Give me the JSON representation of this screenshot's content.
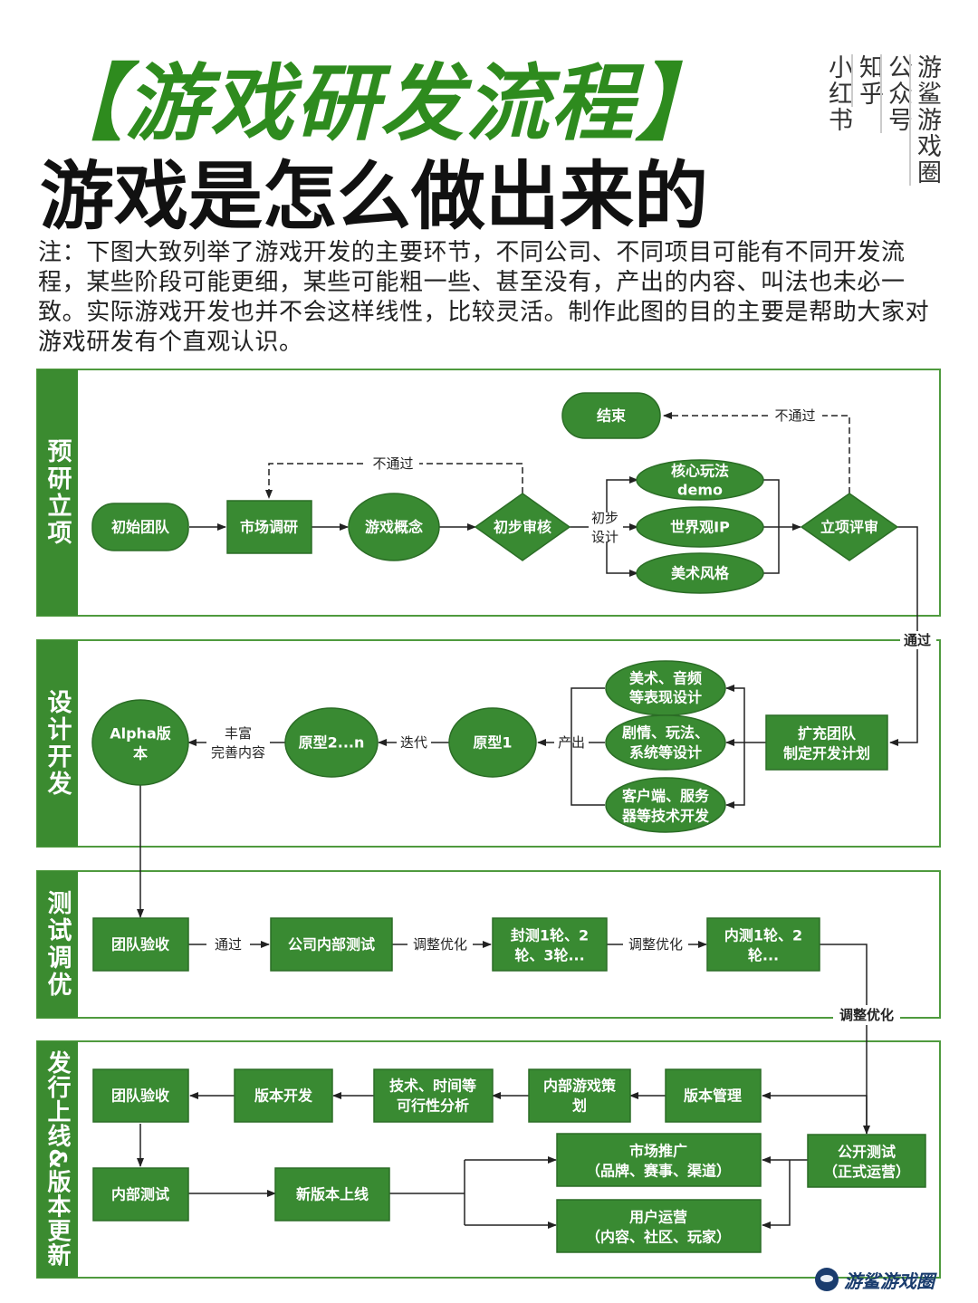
{
  "header": {
    "title_main": "【游戏研发流程】",
    "title_sub": "游戏是怎么做出来的",
    "handles": [
      {
        "chars": "小红书"
      },
      {
        "chars": "知乎"
      },
      {
        "chars": "公众号"
      },
      {
        "chars": "游鲨游戏圈"
      }
    ],
    "note": "注：下图大致列举了游戏开发的主要环节，不同公司、不同项目可能有不同开发流程，某些阶段可能更细，某些可能粗一些、甚至没有，产出的内容、叫法也未必一致。实际游戏开发也并不会这样线性，比较灵活。制作此图的目的主要是帮助大家对游戏研发有个直观认识。"
  },
  "colors": {
    "green": "#398a32",
    "lane_border": "#4f9a3e",
    "lane_label_bg": "#3b8b30",
    "arrow": "#222222"
  },
  "lanes": {
    "l1": "预研立项",
    "l2": "设计开发",
    "l3": "测试调优",
    "l4": "发行上线&版本更新"
  },
  "nodes": {
    "end": "结束",
    "init_team": "初始团队",
    "market_research": "市场调研",
    "game_concept": "游戏概念",
    "prelim_review": "初步审核",
    "core_demo": [
      "核心玩法",
      "demo"
    ],
    "world_ip": "世界观IP",
    "art_style": "美术风格",
    "project_review": "立项评审",
    "art_audio": [
      "美术、音频",
      "等表现设计"
    ],
    "story_design": [
      "剧情、玩法、",
      "系统等设计"
    ],
    "client_server": [
      "客户端、服务",
      "器等技术开发"
    ],
    "expand_team": [
      "扩充团队",
      "制定开发计划"
    ],
    "proto1": "原型1",
    "proto2n": "原型2...n",
    "alpha": [
      "Alpha版",
      "本"
    ],
    "team_accept": "团队验收",
    "company_test": "公司内部测试",
    "closed_test": [
      "封测1轮、2",
      "轮、3轮..."
    ],
    "internal_test_rounds": [
      "内测1轮、2",
      "轮..."
    ],
    "public_test": [
      "公开测试",
      "（正式运营）"
    ],
    "version_mgmt": "版本管理",
    "internal_planning": [
      "内部游戏策",
      "划"
    ],
    "feasibility": [
      "技术、时间等",
      "可行性分析"
    ],
    "version_dev": "版本开发",
    "team_accept2": "团队验收",
    "internal_test": "内部测试",
    "new_release": "新版本上线",
    "marketing": [
      "市场推广",
      "（品牌、赛事、渠道）"
    ],
    "user_ops": [
      "用户运营",
      "（内容、社区、玩家）"
    ]
  },
  "edge_labels": {
    "not_pass_1": "不通过",
    "not_pass_2": "不通过",
    "prelim_design": [
      "初步",
      "设计"
    ],
    "pass_1": "通过",
    "output": "产出",
    "iterate": "迭代",
    "enrich": [
      "丰富",
      "完善内容"
    ],
    "pass_2": "通过",
    "tune_1": "调整优化",
    "tune_2": "调整优化",
    "tune_3": "调整优化"
  },
  "brand": {
    "text": "游鲨游戏圈",
    "icon": "shark-logo-icon"
  }
}
